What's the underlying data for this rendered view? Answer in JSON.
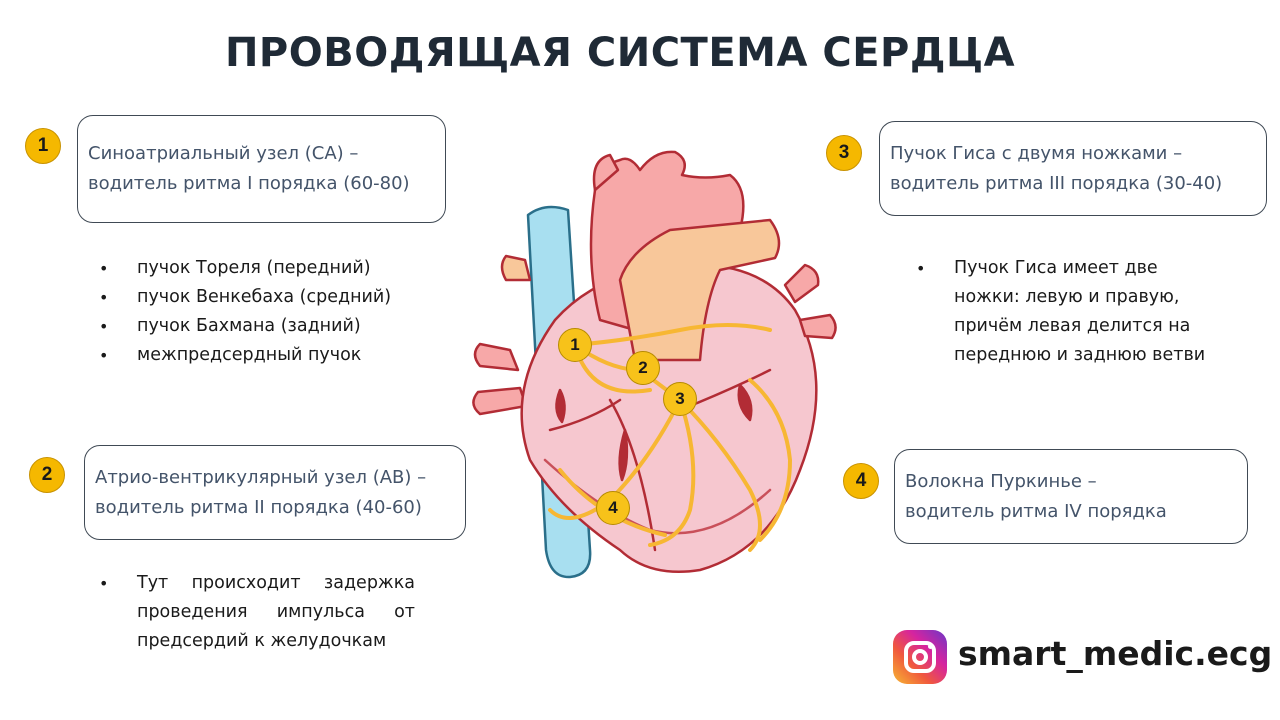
{
  "title": "ПРОВОДЯЩАЯ СИСТЕМА СЕРДЦА",
  "boxes": [
    {
      "num": "1",
      "line1": "Синоатриальный узел (СА) –",
      "line2": "водитель ритма I порядка (60-80)"
    },
    {
      "num": "2",
      "line1": "Атрио-вентрикулярный узел (АВ) –",
      "line2": "водитель ритма II порядка (40-60)"
    },
    {
      "num": "3",
      "line1": "Пучок Гиса с двумя ножками –",
      "line2": "водитель ритма III порядка (30-40)"
    },
    {
      "num": "4",
      "line1": "Волокна Пуркинье –",
      "line2": "водитель ритма IV порядка"
    }
  ],
  "bullets_sa": [
    "пучок Тореля (передний)",
    "пучок Венкебаха (средний)",
    "пучок Бахмана (задний)",
    "межпредсердный пучок"
  ],
  "note_av": {
    "line1": [
      "Тут",
      "происходит",
      "задержка"
    ],
    "line2": [
      "проведения",
      "импульса",
      "от"
    ],
    "line3": "предсердий к желудочкам"
  },
  "note_his": {
    "line1": "Пучок Гиса имеет две",
    "line2": "ножки: левую и правую,",
    "line3": "причём левая делится на",
    "line4": "переднюю и заднюю ветви"
  },
  "heart_labels": [
    "1",
    "2",
    "3",
    "4"
  ],
  "brand": {
    "icon": "instagram-icon",
    "handle": "smart_medic.ecg"
  },
  "colors": {
    "badge": "#f5b800",
    "title": "#1f2a36",
    "box_text": "#44546a",
    "aorta": "#f7a8a8",
    "pulmonary_artery": "#f8c79a",
    "vena_cava": "#a8dff0",
    "conduction": "#f7b733"
  }
}
